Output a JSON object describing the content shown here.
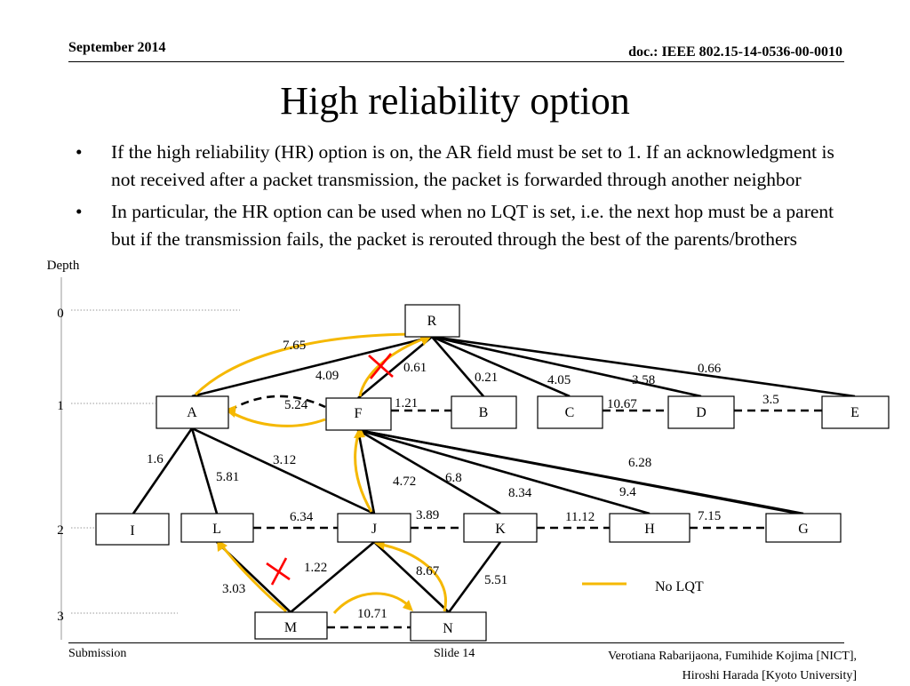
{
  "header": {
    "date": "September 2014",
    "doc": "doc.: IEEE 802.15-14-0536-00-0010"
  },
  "title": "High reliability option",
  "bullets": [
    "If the high reliability (HR) option is on, the AR field must be set to 1. If an acknowledgment is not received after a packet transmission, the packet is forwarded through another neighbor",
    "In particular, the HR option can be used when no LQT is set, i.e. the next hop must be a parent but if the transmission fails, the packet is rerouted through the best of the parents/brothers"
  ],
  "bullet_glyph": "•",
  "depth_axis": {
    "label": "Depth",
    "levels": [
      "0",
      "1",
      "2",
      "3"
    ]
  },
  "nodes": {
    "R": "R",
    "A": "A",
    "F": "F",
    "B": "B",
    "C": "C",
    "D": "D",
    "E": "E",
    "I": "I",
    "L": "L",
    "J": "J",
    "K": "K",
    "H": "H",
    "G": "G",
    "M": "M",
    "N": "N"
  },
  "link_weights": {
    "A_R_curve": "7.65",
    "A_R": "4.09",
    "F_R": "0.61",
    "B_R": "0.21",
    "C_R": "4.05",
    "D_R": "3.58",
    "E_R": "0.66",
    "A_F": "5.24",
    "F_B": "1.21",
    "C_D": "10.67",
    "D_E": "3.5",
    "A_I": "1.6",
    "A_L": "5.81",
    "A_J": "3.12",
    "F_J": "4.72",
    "F_K": "6.8",
    "F_H": "8.34",
    "F_G1": "6.28",
    "F_G2": "9.4",
    "L_J": "6.34",
    "J_K": "3.89",
    "K_H": "11.12",
    "H_G": "7.15",
    "L_M": "3.03",
    "J_M": "1.22",
    "J_N": "8.67",
    "K_N": "5.51",
    "M_N": "10.71"
  },
  "legend": {
    "label": "No LQT",
    "color": "#f5b800"
  },
  "colors": {
    "hr_path": "#f5b800",
    "fail_mark": "#ff0000"
  },
  "footer": {
    "left": "Submission",
    "middle": "Slide 14",
    "right_line1": "Verotiana Rabarijaona, Fumihide Kojima [NICT],",
    "right_line2": "Hiroshi Harada [Kyoto University]"
  }
}
